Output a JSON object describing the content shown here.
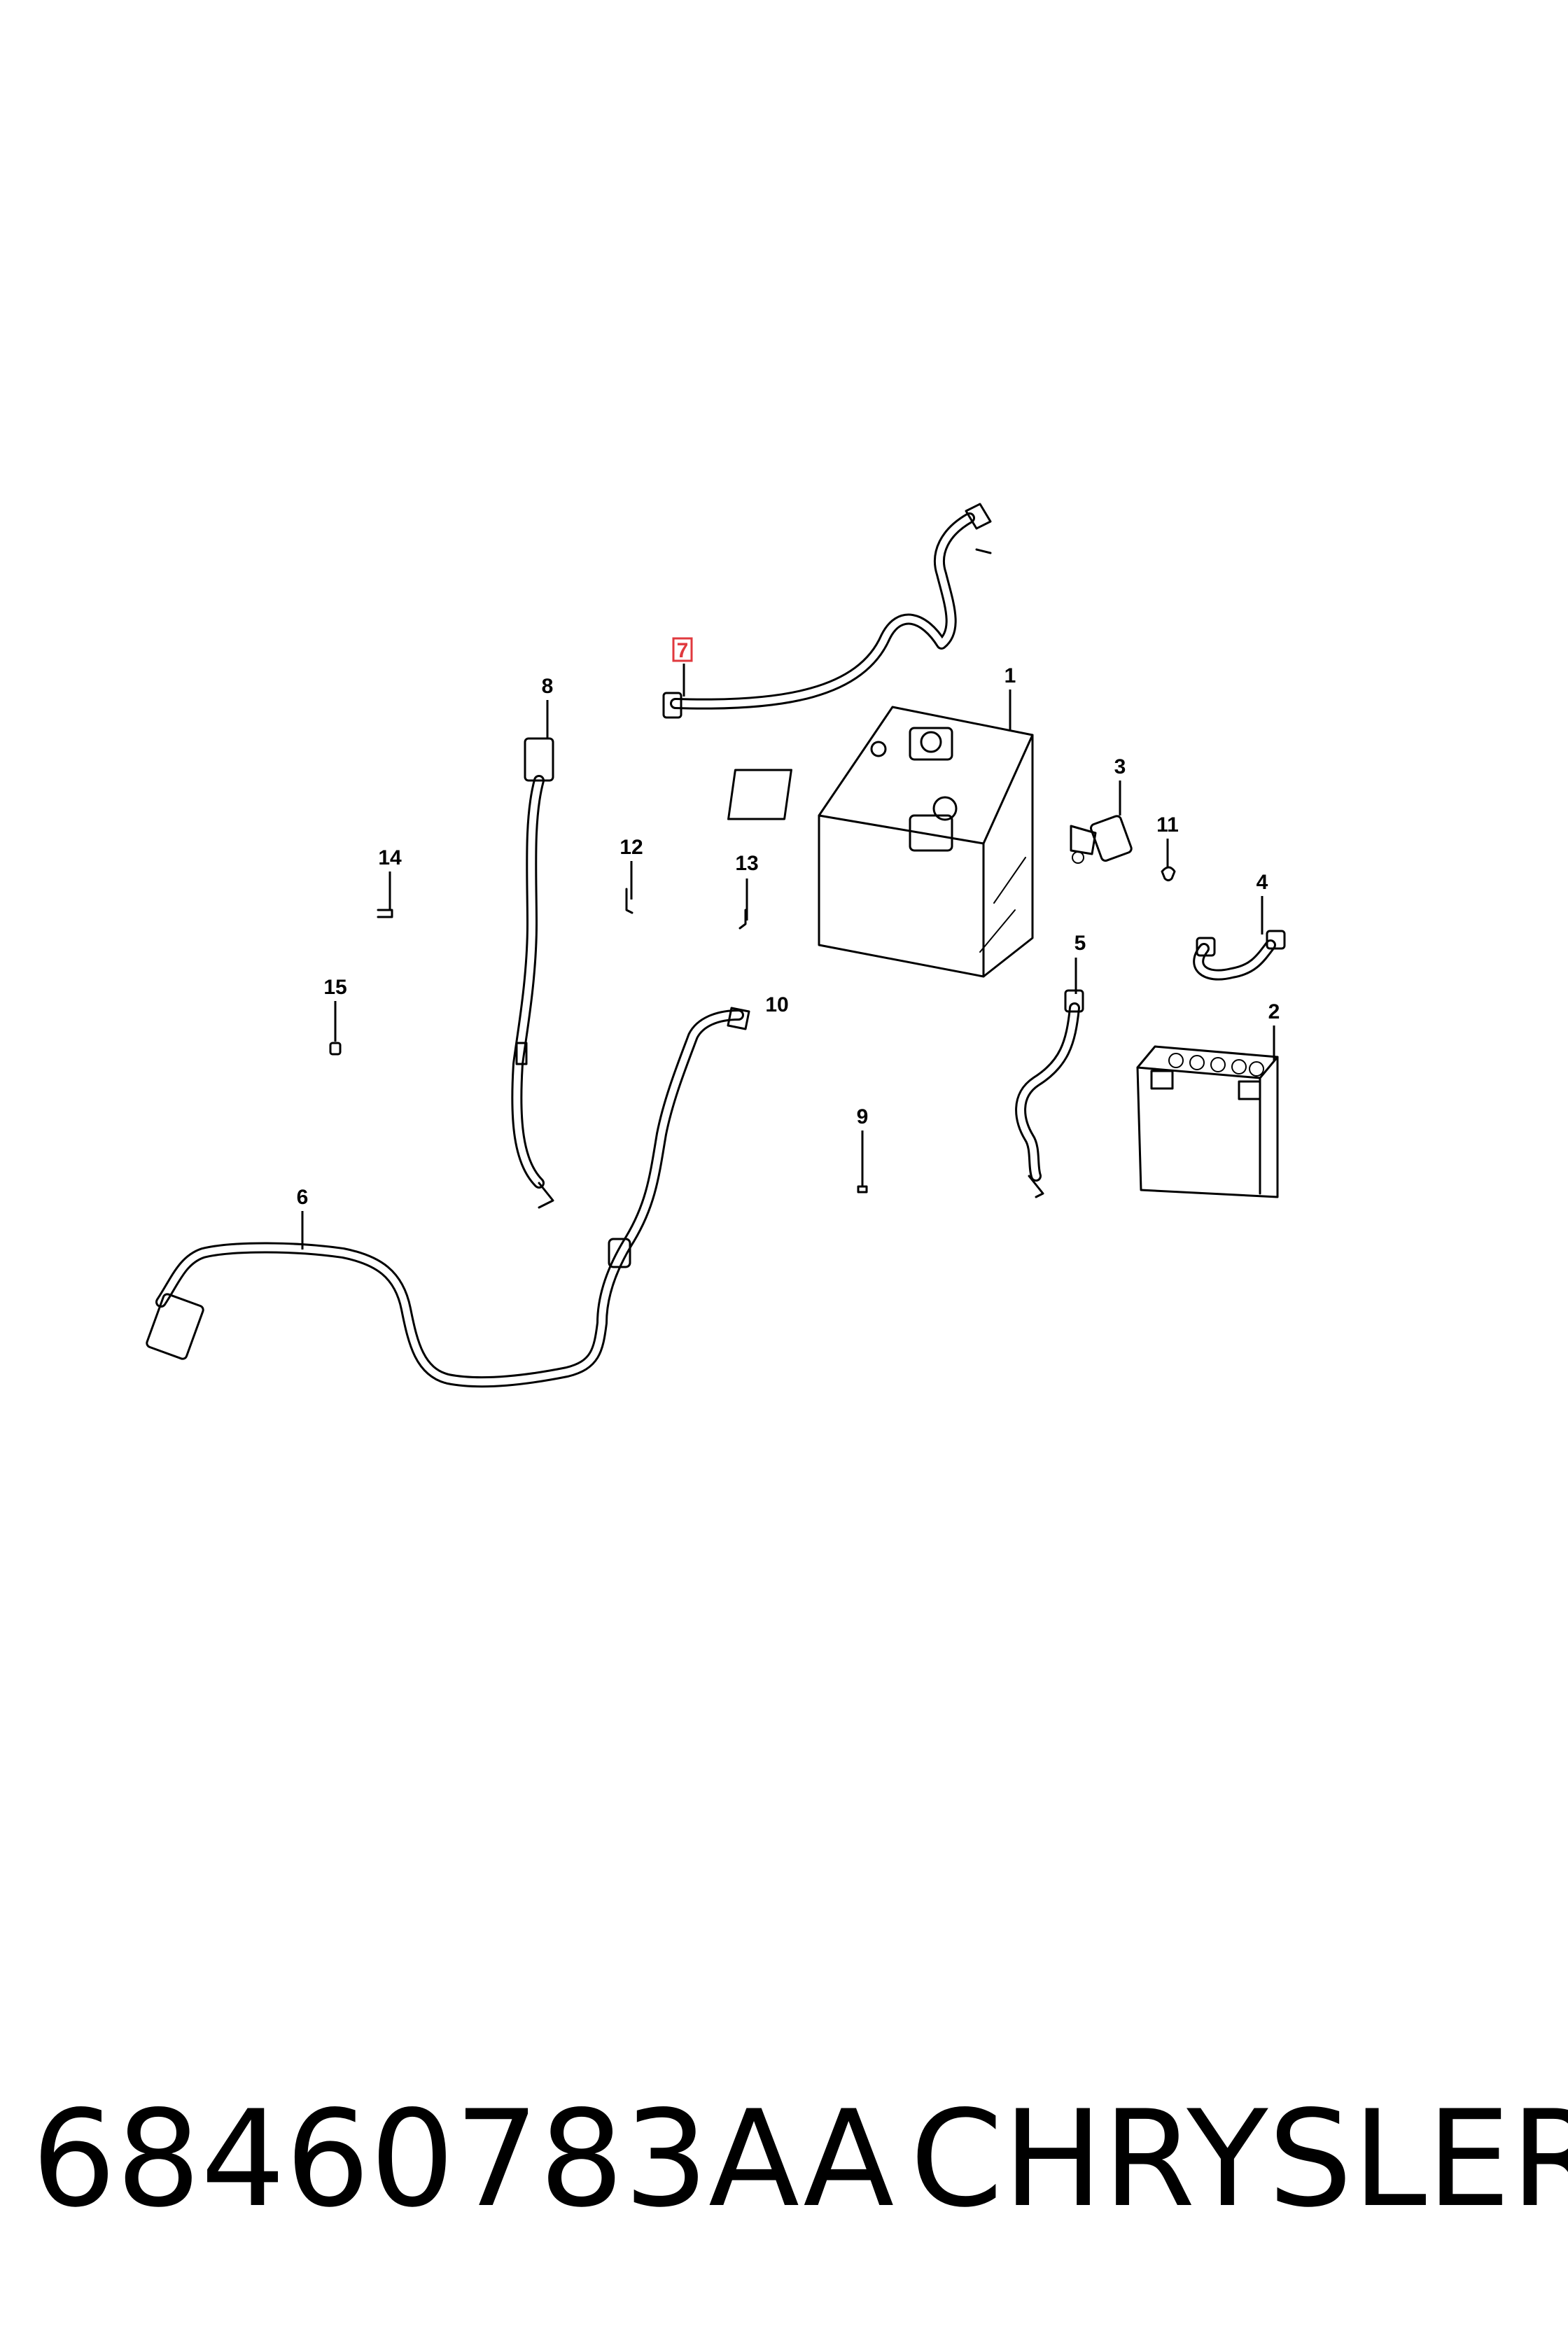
{
  "callouts": {
    "c1": "1",
    "c2": "2",
    "c3": "3",
    "c4": "4",
    "c5": "5",
    "c6": "6",
    "c7": "7",
    "c8": "8",
    "c9": "9",
    "c10": "10",
    "c11": "11",
    "c12": "12",
    "c13": "13",
    "c14": "14",
    "c15": "15"
  },
  "highlighted_callout": "7",
  "footer": {
    "part_number": "68460783AA",
    "brand": "CHRYSLER"
  },
  "colors": {
    "highlight": "#e0393e",
    "ink": "#000000",
    "background": "#ffffff"
  }
}
